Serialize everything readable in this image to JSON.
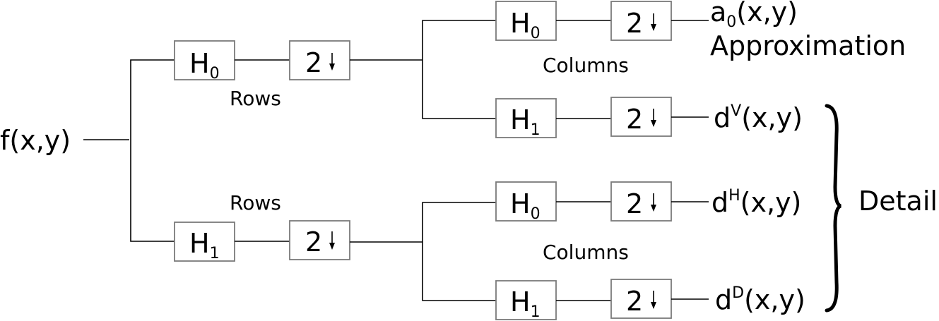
{
  "input": {
    "label": "f(x,y)"
  },
  "rows_labels": {
    "top": "Rows",
    "bottom": "Rows"
  },
  "columns_labels": {
    "top": "Columns",
    "bottom": "Columns"
  },
  "filters": {
    "h": "H",
    "sub0": "0",
    "sub1": "1",
    "downsample": "2"
  },
  "outputs": {
    "approx": {
      "base": "a",
      "sub": "0",
      "args": "(x,y)",
      "caption": "Approximation"
    },
    "dv": {
      "base": "d",
      "sup": "V",
      "args": "(x,y)"
    },
    "dh": {
      "base": "d",
      "sup": "H",
      "args": "(x,y)"
    },
    "dd": {
      "base": "d",
      "sup": "D",
      "args": "(x,y)"
    }
  },
  "detail_label": "Detail"
}
